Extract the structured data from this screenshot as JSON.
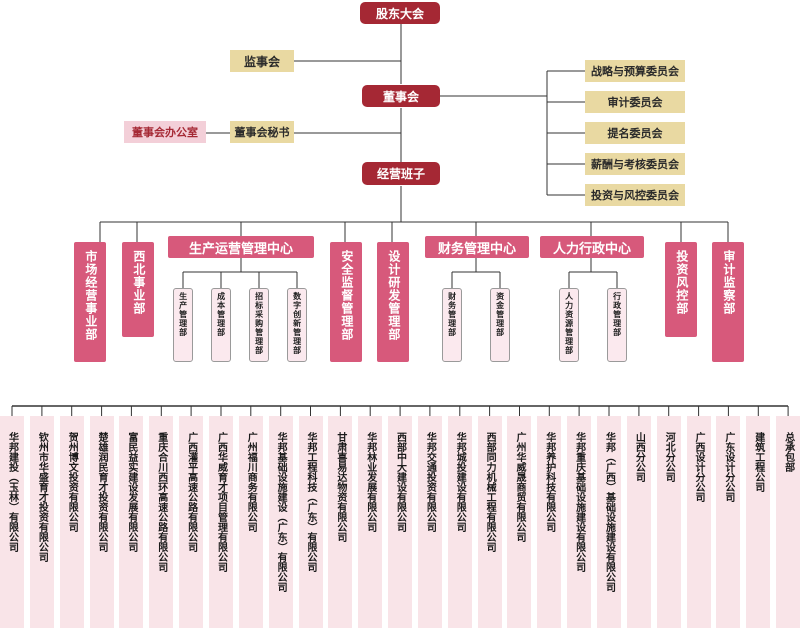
{
  "top": {
    "shareholders": "股东大会",
    "supervisors": "监事会",
    "board": "董事会",
    "board_office": "董事会办公室",
    "board_secretary": "董事会秘书",
    "management": "经营班子"
  },
  "committees": [
    "战略与预算委员会",
    "审计委员会",
    "提名委员会",
    "薪酬与考核委员会",
    "投资与风控委员会"
  ],
  "departments": {
    "market": "市场经营事业部",
    "northwest": "西北事业部",
    "production_center": "生产运营管理中心",
    "production_subs": [
      "生产管理部",
      "成本管理部",
      "招标采购管理部",
      "数字创新管理部"
    ],
    "safety": "安全监督管理部",
    "design": "设计研发管理部",
    "finance_center": "财务管理中心",
    "finance_subs": [
      "财务管理部",
      "资金管理部"
    ],
    "hr_center": "人力行政中心",
    "hr_subs": [
      "人力资源管理部",
      "行政管理部"
    ],
    "risk": "投资风控部",
    "audit": "审计监察部"
  },
  "companies": [
    "华邦建投（玉林）有限公司",
    "钦州市华盛育才投资有限公司",
    "贺州博文投资有限公司",
    "楚雄润民育才投资有限公司",
    "富民益实建设发展有限公司",
    "重庆合川西环高速公路有限公司",
    "广西灌平高速公路有限公司",
    "广西华威育才项目管理有限公司",
    "广州福川商务有限公司",
    "华邦基础设施建设（广东）有限公司",
    "华邦工程科技（广东）有限公司",
    "甘肃喜易达物资有限公司",
    "华邦林业发展有限公司",
    "西部中大建设有限公司",
    "华邦交通投资有限公司",
    "华邦城投建设有限公司",
    "西部同力机械工程有限公司",
    "广州华威晟商贸有限公司",
    "华邦养护科技有限公司",
    "华邦重庆基础设施建设有限公司",
    "华邦（广西）基础设施建设有限公司",
    "山西分公司",
    "河北分公司",
    "广西设计分公司",
    "广东设计分公司",
    "建筑工程公司",
    "总承包部"
  ],
  "colors": {
    "dark_red": "#a52834",
    "pink": "#d7597b",
    "tan": "#e9d9a2",
    "light_pink": "#f3cfd8",
    "column_bg": "#f9e4e8",
    "line": "#333333"
  }
}
